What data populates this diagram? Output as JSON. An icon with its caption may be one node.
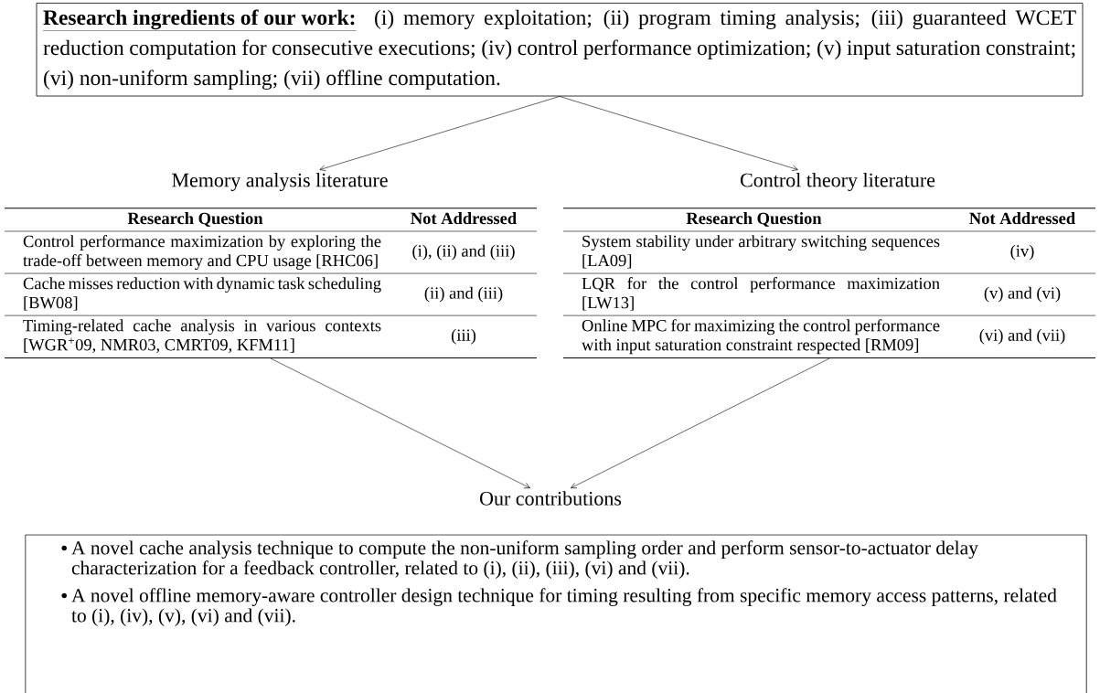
{
  "diagram": {
    "nodes": [
      {
        "text": [
          "Research ingredients of our work:",
          "(i) memory exploitation; (ii) program timing analysis; (iii) guaranteed WCET reduction computation for consecutive executions; (iv) control performance optimization; (v) input saturation constraint; (vi) non-uniform sampling; (vii) offline computation."
        ]
      },
      {
        "text": [
          "Memory analysis literature"
        ]
      },
      {
        "text": [
          "Research Question",
          "Not Addressed",
          "Control performance maximization by exploring the trade-off between memory and CPU usage [RHC06]",
          "(i), (ii) and (iii)",
          "Cache misses reduction with dynamic task scheduling [BW08]",
          "(ii) and (iii)",
          "Timing-related cache analysis in various contexts [WGR$^{+}$09, NMR03, CMRT09, KFM11]",
          "(iii)"
        ]
      },
      {
        "text": [
          "Control theory literature"
        ]
      },
      {
        "text": [
          "Research Question",
          "Not Addressed",
          "System stability under arbitrary switching sequences [LA09]",
          "(iv)",
          "LQR for the control performance maximization [LW13]",
          "(v) and (vi)",
          "Online MPC for maximizing the control performance with input saturation constraint respected [RM09]",
          "(vi) and (vii)"
        ]
      },
      {
        "text": [
          "Our contributions"
        ]
      },
      {
        "text": [
          "A novel cache analysis technique to compute the non-uniform sampling order and perform sensor-to-actuator delay characterization for a feedback controller, related to (i), (ii), (iii), (vi) and (vii).",
          "A novel offline memory-aware controller design technique for timing resulting from specific memory access patterns, related to (i), (iv), (v), (vi) and (vii)."
        ]
      }
    ],
    "edges": [
      {
        "from": 0,
        "to": 1,
        "arrow": "to"
      },
      {
        "from": 0,
        "to": 3,
        "arrow": "to"
      },
      {
        "from": 2,
        "to": 5,
        "arrow": "to"
      },
      {
        "from": 4,
        "to": 5,
        "arrow": "to"
      }
    ]
  }
}
